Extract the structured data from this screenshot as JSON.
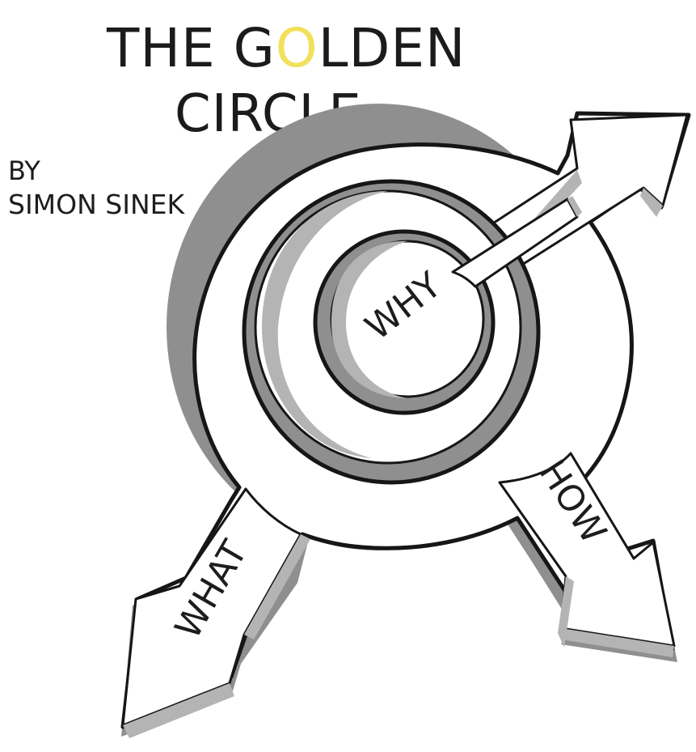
{
  "title": {
    "line1_before": "THE G",
    "line1_accent": "O",
    "line1_after": "LDEN",
    "line2": "CIRCLE",
    "accent_color": "#f2e05a"
  },
  "byline": {
    "by": "BY",
    "author": "SIMON SINEK"
  },
  "labels": {
    "why": "WHY",
    "how": "HOW",
    "what": "WHAT"
  },
  "colors": {
    "ink": "#161616",
    "shade_dark": "#8f8f8f",
    "shade_mid": "#b4b4b4",
    "shade_light": "#d6d6d6",
    "paper": "#ffffff"
  },
  "icons": {
    "up_right_arrow": "arrow-up-right-icon",
    "down_right_arrow": "arrow-down-right-icon",
    "down_left_arrow": "arrow-down-left-icon"
  }
}
